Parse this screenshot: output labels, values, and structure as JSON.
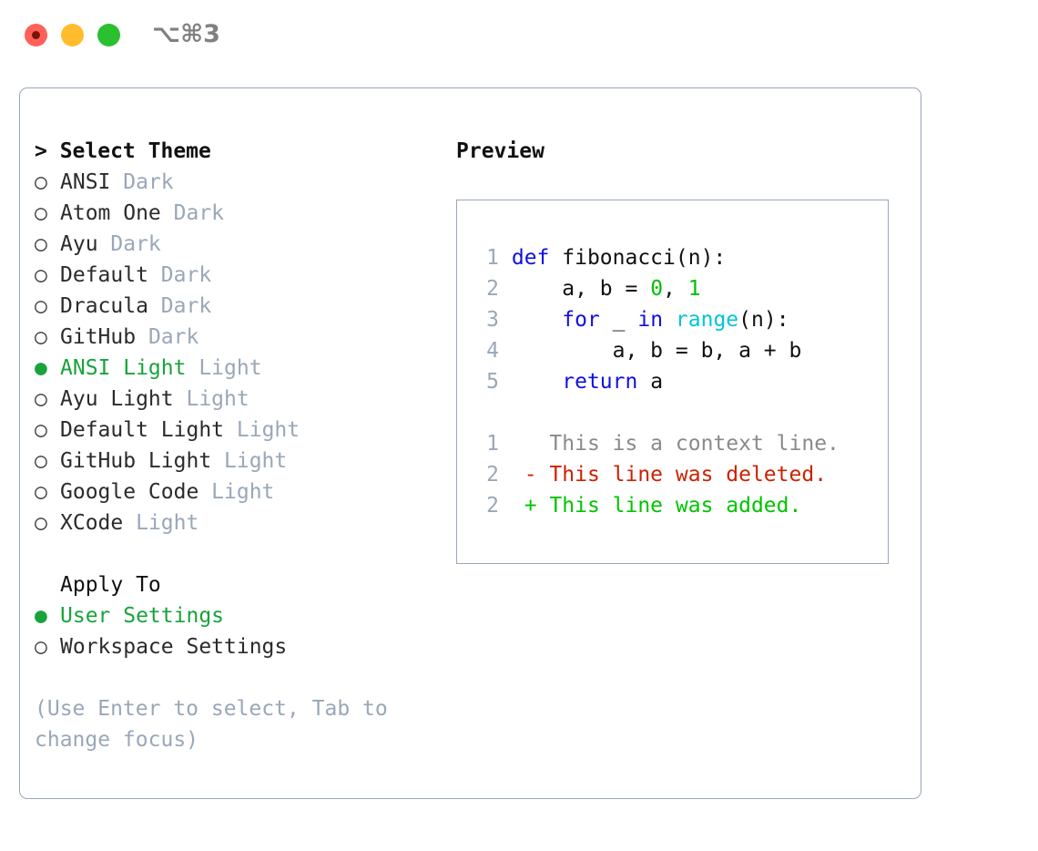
{
  "window": {
    "shortcut_badge": "⌥⌘3",
    "traffic_lights": [
      "close-red",
      "minimize-yellow",
      "maximize-green"
    ]
  },
  "left": {
    "title": "> Select Theme",
    "marker_selected": "●",
    "marker_unselected": "○",
    "themes": [
      {
        "name": "ANSI",
        "variant": "Dark",
        "selected": false
      },
      {
        "name": "Atom One",
        "variant": "Dark",
        "selected": false
      },
      {
        "name": "Ayu",
        "variant": "Dark",
        "selected": false
      },
      {
        "name": "Default",
        "variant": "Dark",
        "selected": false
      },
      {
        "name": "Dracula",
        "variant": "Dark",
        "selected": false
      },
      {
        "name": "GitHub",
        "variant": "Dark",
        "selected": false
      },
      {
        "name": "ANSI Light",
        "variant": "Light",
        "selected": true
      },
      {
        "name": "Ayu Light",
        "variant": "Light",
        "selected": false
      },
      {
        "name": "Default Light",
        "variant": "Light",
        "selected": false
      },
      {
        "name": "GitHub Light",
        "variant": "Light",
        "selected": false
      },
      {
        "name": "Google Code",
        "variant": "Light",
        "selected": false
      },
      {
        "name": "XCode",
        "variant": "Light",
        "selected": false
      }
    ],
    "apply_to_title": "Apply To",
    "apply_to": [
      {
        "label": "User Settings",
        "selected": true
      },
      {
        "label": "Workspace Settings",
        "selected": false
      }
    ],
    "hint": "(Use Enter to select, Tab to change focus)"
  },
  "right": {
    "preview_title": "Preview",
    "code_lines": [
      {
        "n": "1",
        "tokens": [
          {
            "t": "def",
            "c": "kw"
          },
          {
            "t": " fibonacci(n):",
            "c": "plain"
          }
        ]
      },
      {
        "n": "2",
        "tokens": [
          {
            "t": "    a, b = ",
            "c": "plain"
          },
          {
            "t": "0",
            "c": "num"
          },
          {
            "t": ", ",
            "c": "plain"
          },
          {
            "t": "1",
            "c": "num"
          }
        ]
      },
      {
        "n": "3",
        "tokens": [
          {
            "t": "    ",
            "c": "plain"
          },
          {
            "t": "for",
            "c": "kw"
          },
          {
            "t": " _ ",
            "c": "plain"
          },
          {
            "t": "in",
            "c": "kw"
          },
          {
            "t": " ",
            "c": "plain"
          },
          {
            "t": "range",
            "c": "fn"
          },
          {
            "t": "(n):",
            "c": "plain"
          }
        ]
      },
      {
        "n": "4",
        "tokens": [
          {
            "t": "        a, b = b, a + b",
            "c": "plain"
          }
        ]
      },
      {
        "n": "5",
        "tokens": [
          {
            "t": "    ",
            "c": "plain"
          },
          {
            "t": "return",
            "c": "kw"
          },
          {
            "t": " a",
            "c": "plain"
          }
        ]
      }
    ],
    "diff_lines": [
      {
        "n": "1",
        "marker": " ",
        "text": "  This is a context line.",
        "kind": "ctx"
      },
      {
        "n": "2",
        "marker": " ",
        "text": "- This line was deleted.",
        "kind": "del"
      },
      {
        "n": "2",
        "marker": " ",
        "text": "+ This line was added.",
        "kind": "add"
      }
    ]
  },
  "colors": {
    "accent_green": "#18a33c",
    "muted": "#9aa7b8",
    "keyword_blue": "#1010e0",
    "function_cyan": "#00c6d6",
    "number_green": "#00c000",
    "diff_delete_red": "#cc2200",
    "diff_add_green": "#00c400",
    "border": "#9aa7b8"
  }
}
